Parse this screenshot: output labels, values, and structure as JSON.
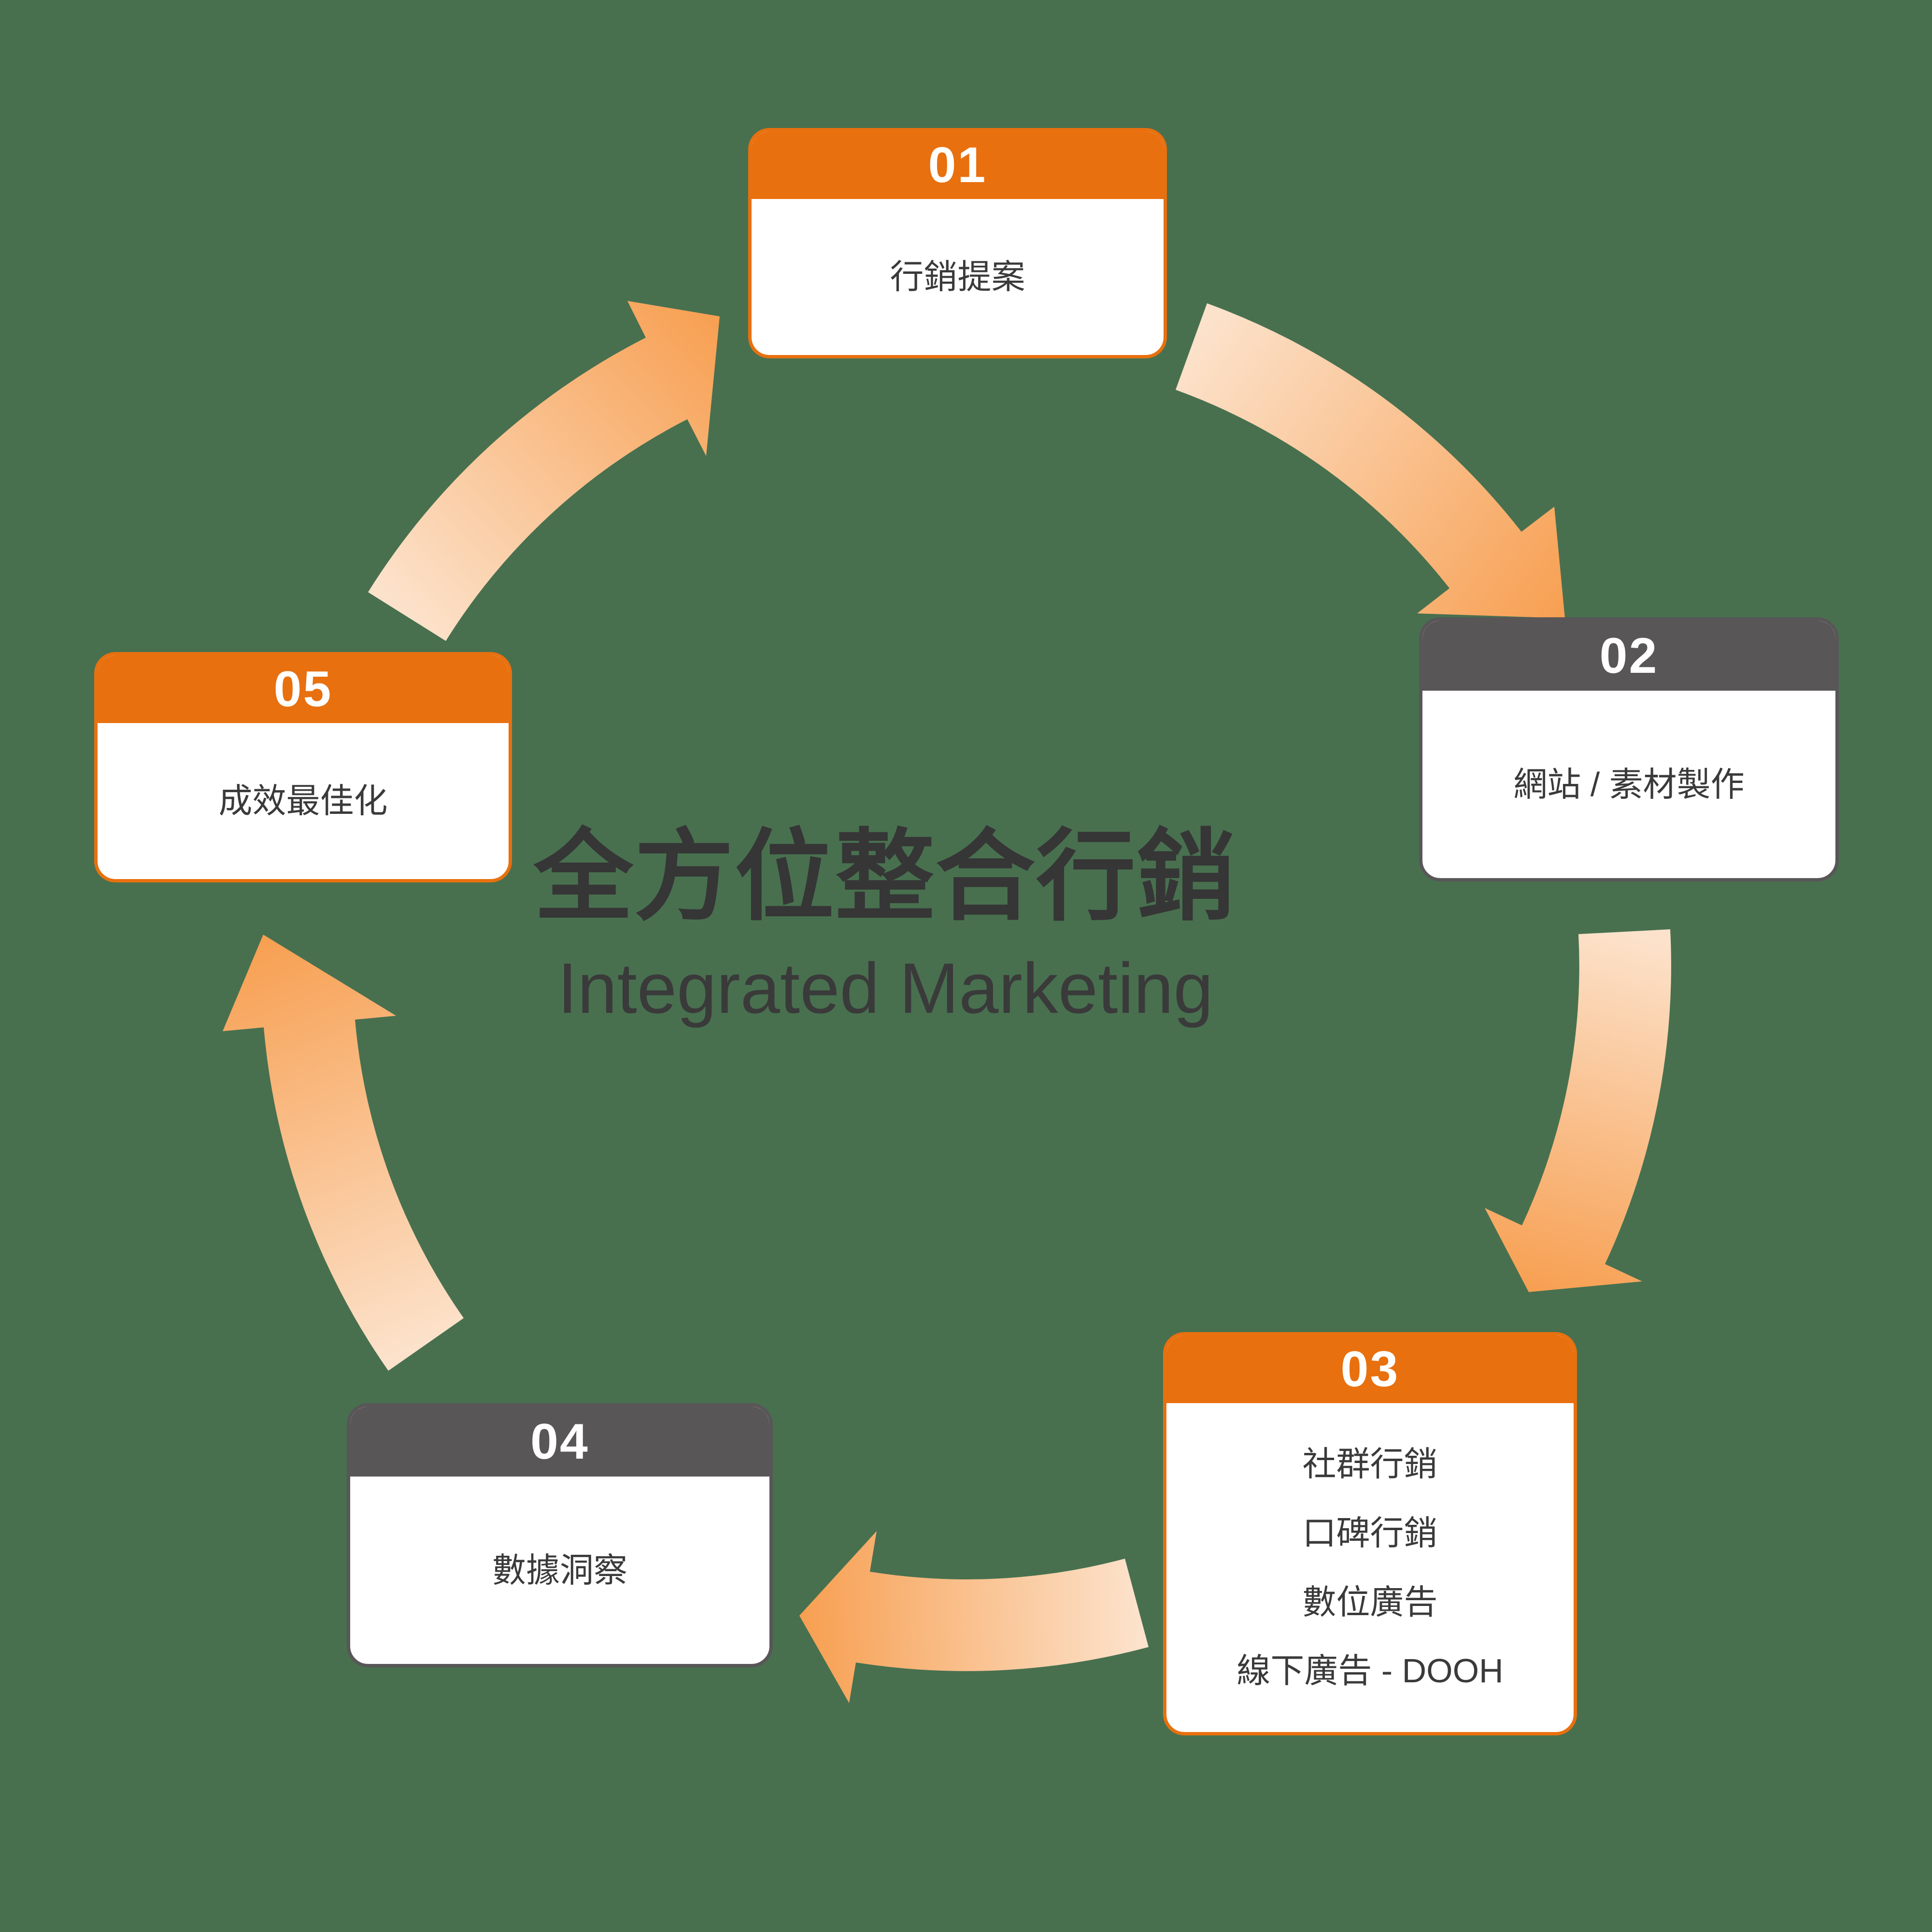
{
  "background_color": "#48704F",
  "colors": {
    "accent_orange": "#E8700F",
    "accent_gray": "#595657",
    "card_text": "#3A3A3A",
    "title_text": "#363636",
    "arrow_gradient_start": "#FCE2CB",
    "arrow_gradient_end": "#F79F51"
  },
  "center": {
    "title": "全方位整合行銷",
    "subtitle": "Integrated Marketing"
  },
  "steps": [
    {
      "number": "01",
      "variant": "orange",
      "lines": [
        "行銷提案"
      ]
    },
    {
      "number": "02",
      "variant": "gray",
      "lines": [
        "網站 / 素材製作"
      ]
    },
    {
      "number": "03",
      "variant": "orange",
      "lines": [
        "社群行銷",
        "口碑行銷",
        "數位廣告",
        "線下廣告 - DOOH"
      ]
    },
    {
      "number": "04",
      "variant": "gray",
      "lines": [
        "數據洞察"
      ]
    },
    {
      "number": "05",
      "variant": "orange",
      "lines": [
        "成效最佳化"
      ]
    }
  ],
  "arrows": [
    {
      "from": "01",
      "to": "02"
    },
    {
      "from": "02",
      "to": "03"
    },
    {
      "from": "03",
      "to": "04"
    },
    {
      "from": "04",
      "to": "05"
    },
    {
      "from": "05",
      "to": "01"
    }
  ]
}
